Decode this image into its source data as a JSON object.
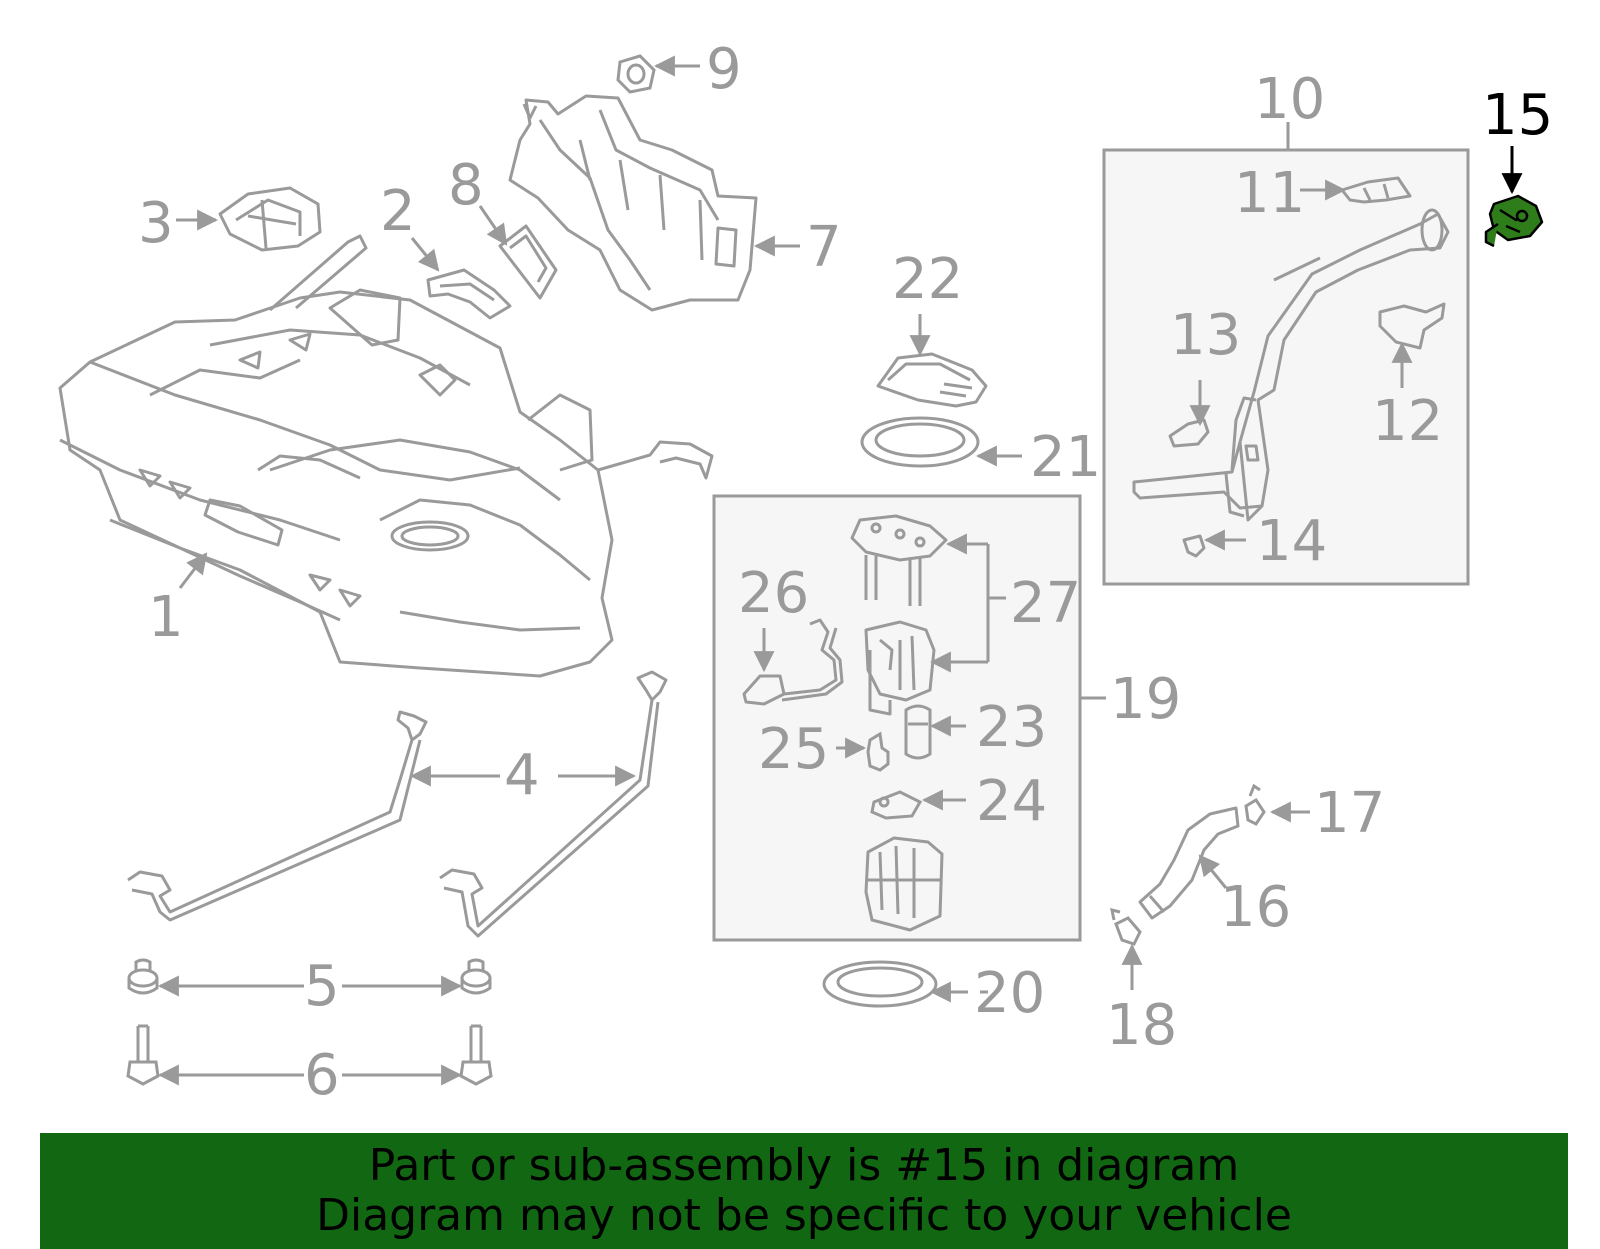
{
  "callouts": [
    "1",
    "2",
    "3",
    "4",
    "5",
    "6",
    "7",
    "8",
    "9",
    "10",
    "11",
    "12",
    "13",
    "14",
    "15",
    "16",
    "17",
    "18",
    "19",
    "20",
    "21",
    "22",
    "23",
    "24",
    "25",
    "26",
    "27"
  ],
  "highlighted_part": "15",
  "colors": {
    "parts": "#9a9a9a",
    "highlight": "#2e7d1a",
    "banner": "#126812",
    "box_fill": "#f6f6f6"
  },
  "banner": {
    "line1": "Part or sub-assembly is #15 in diagram",
    "line2": "Diagram may not be specific to your vehicle"
  }
}
